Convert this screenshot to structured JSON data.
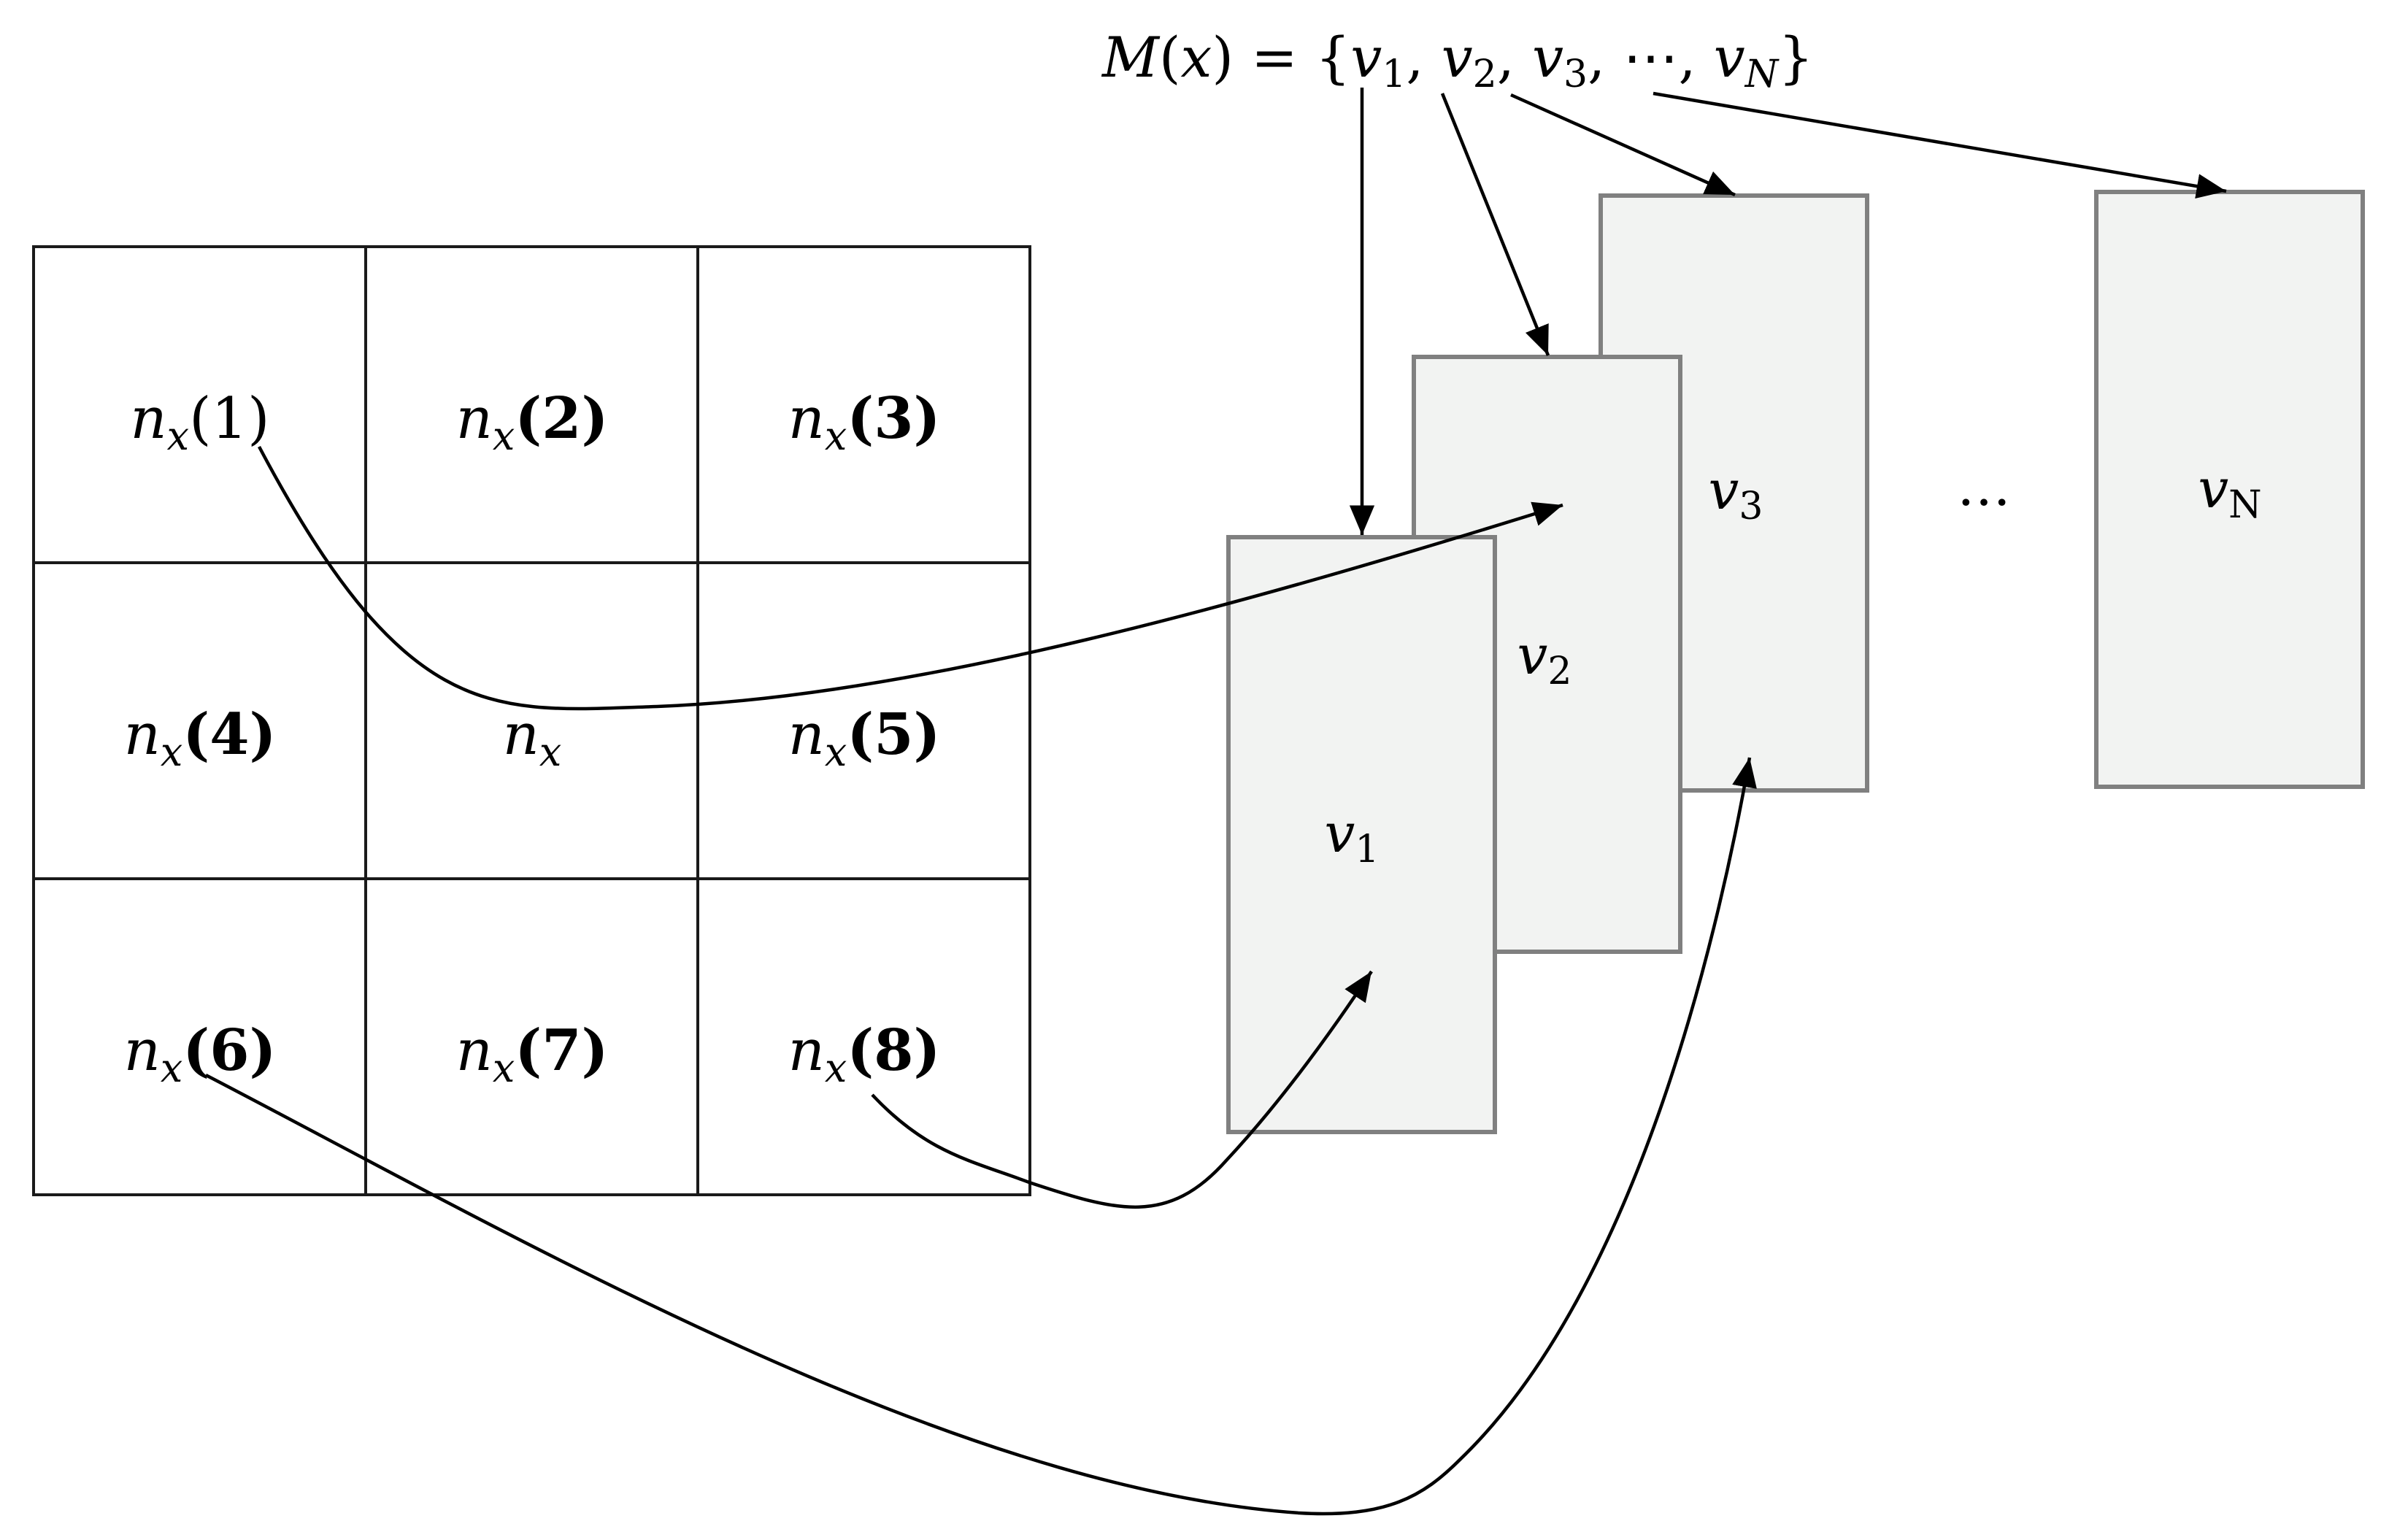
{
  "formula": {
    "lhs": "M",
    "arg": "x",
    "v1": "v",
    "v1_sub": "1",
    "v2": "v",
    "v2_sub": "2",
    "v3": "v",
    "v3_sub": "3",
    "dots": "⋯",
    "vN": "v",
    "vN_sub": "N"
  },
  "grid": {
    "n": "n",
    "x": "x",
    "cells": [
      {
        "id": "1",
        "idx": "1",
        "bold": false
      },
      {
        "id": "2",
        "idx": "2",
        "bold": true
      },
      {
        "id": "3",
        "idx": "3",
        "bold": true
      },
      {
        "id": "4",
        "idx": "4",
        "bold": true
      },
      {
        "id": "center",
        "idx": "",
        "bold": false
      },
      {
        "id": "5",
        "idx": "5",
        "bold": true
      },
      {
        "id": "6",
        "idx": "6",
        "bold": true
      },
      {
        "id": "7",
        "idx": "7",
        "bold": true
      },
      {
        "id": "8",
        "idx": "8",
        "bold": true
      }
    ]
  },
  "panels": [
    {
      "id": "v1",
      "v": "v",
      "sub": "1"
    },
    {
      "id": "v2",
      "v": "v",
      "sub": "2"
    },
    {
      "id": "v3",
      "v": "v",
      "sub": "3"
    },
    {
      "id": "vN",
      "v": "v",
      "sub": "N"
    }
  ],
  "ellipsis": "…",
  "colors": {
    "panel_fill": "#f2f3f2",
    "panel_border": "#808080",
    "line": "#000000"
  }
}
